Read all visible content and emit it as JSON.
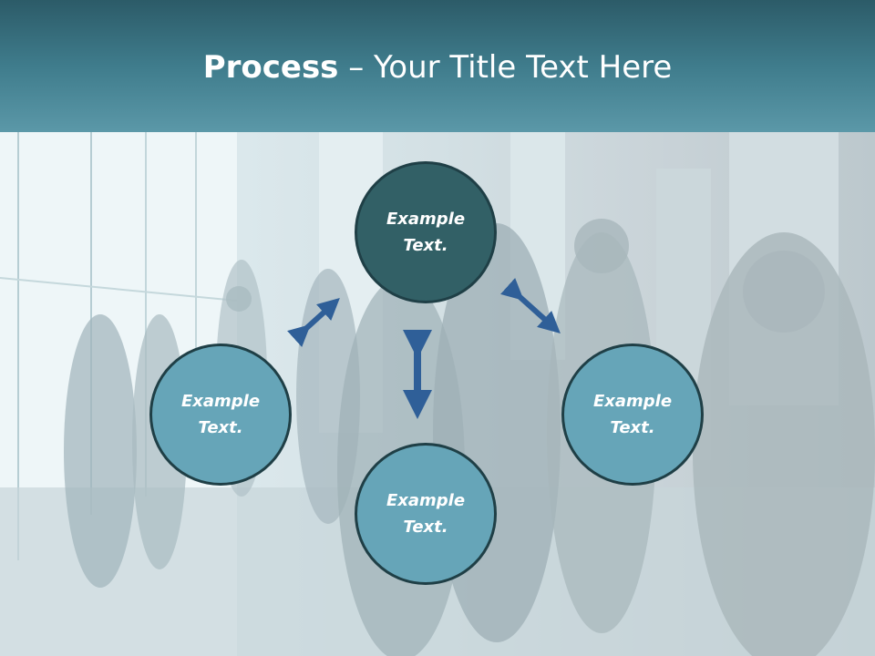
{
  "slide": {
    "title_bold": "Process",
    "title_rest": " – Your Title Text Here"
  },
  "circles": [
    {
      "line1": "Example",
      "line2": "Text.",
      "color": "#326066"
    },
    {
      "line1": "Example",
      "line2": "Text.",
      "color": "#66a5b8"
    },
    {
      "line1": "Example",
      "line2": "Text.",
      "color": "#66a5b8"
    },
    {
      "line1": "Example",
      "line2": "Text.",
      "color": "#66a5b8"
    }
  ],
  "colors": {
    "title_bar": "#3f7c8c",
    "arrow": "#2f5f98",
    "circle_border": "#1f3f46"
  }
}
